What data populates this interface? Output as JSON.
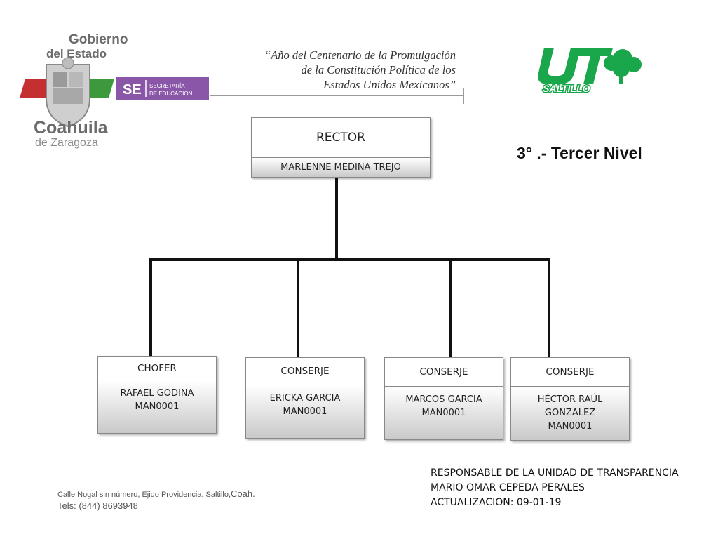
{
  "header": {
    "gov_logo": {
      "line1": "Gobierno",
      "line2": "del Estado",
      "badge": "SE",
      "badge_line1": "SECRETARÍA",
      "badge_line2": "DE EDUCACIÓN",
      "state": "Coahuila",
      "state_sub": "de Zaragoza"
    },
    "slogan": [
      "“Año del Centenario de la Promulgación",
      "de la Constitución Política de los",
      "Estados Unidos Mexicanos”"
    ],
    "ut_logo": {
      "letters": "UT",
      "text": "SALTILLO",
      "color": "#1aa64a"
    }
  },
  "level_title": "3° .- Tercer Nivel",
  "org": {
    "root": {
      "title": "RECTOR",
      "name": "MARLENNE MEDINA TREJO"
    },
    "children": [
      {
        "title": "CHOFER",
        "name_lines": [
          "RAFAEL GODINA",
          "MAN0001"
        ]
      },
      {
        "title": "CONSERJE",
        "name_lines": [
          "ERICKA GARCIA",
          "MAN0001"
        ]
      },
      {
        "title": "CONSERJE",
        "name_lines": [
          "MARCOS GARCIA",
          "MAN0001"
        ]
      },
      {
        "title": "CONSERJE",
        "name_lines": [
          "HÉCTOR RAÚL",
          "GONZALEZ",
          "MAN0001"
        ]
      }
    ]
  },
  "footer": {
    "address_a": "Calle Nogal sin número, Ejido Providencia, Saltillo,",
    "address_b": "Coah.",
    "phone": "Tels: (844) 8693948",
    "responsible": [
      "RESPONSABLE DE LA UNIDAD DE TRANSPARENCIA",
      "MARIO OMAR CEPEDA PERALES",
      "ACTUALIZACION: 09-01-19"
    ]
  },
  "colors": {
    "gov_purple": "#8a57a8",
    "gov_gray": "#6b6b6b",
    "ut_green": "#1aa64a",
    "connector": "#111111"
  }
}
